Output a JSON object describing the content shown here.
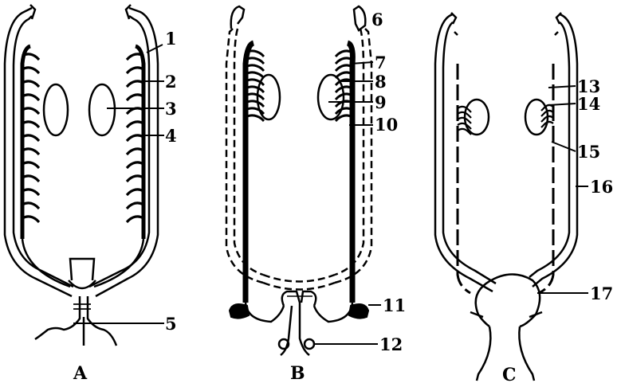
{
  "figures": [
    {
      "caption": "A",
      "labels": [
        "1",
        "2",
        "3",
        "4",
        "5"
      ]
    },
    {
      "caption": "B",
      "labels": [
        "6",
        "7",
        "8",
        "9",
        "10",
        "11",
        "12"
      ]
    },
    {
      "caption": "C",
      "labels": [
        "13",
        "14",
        "15",
        "16",
        "17"
      ]
    }
  ],
  "colors": {
    "ink": "#000000",
    "paper": "#ffffff"
  }
}
